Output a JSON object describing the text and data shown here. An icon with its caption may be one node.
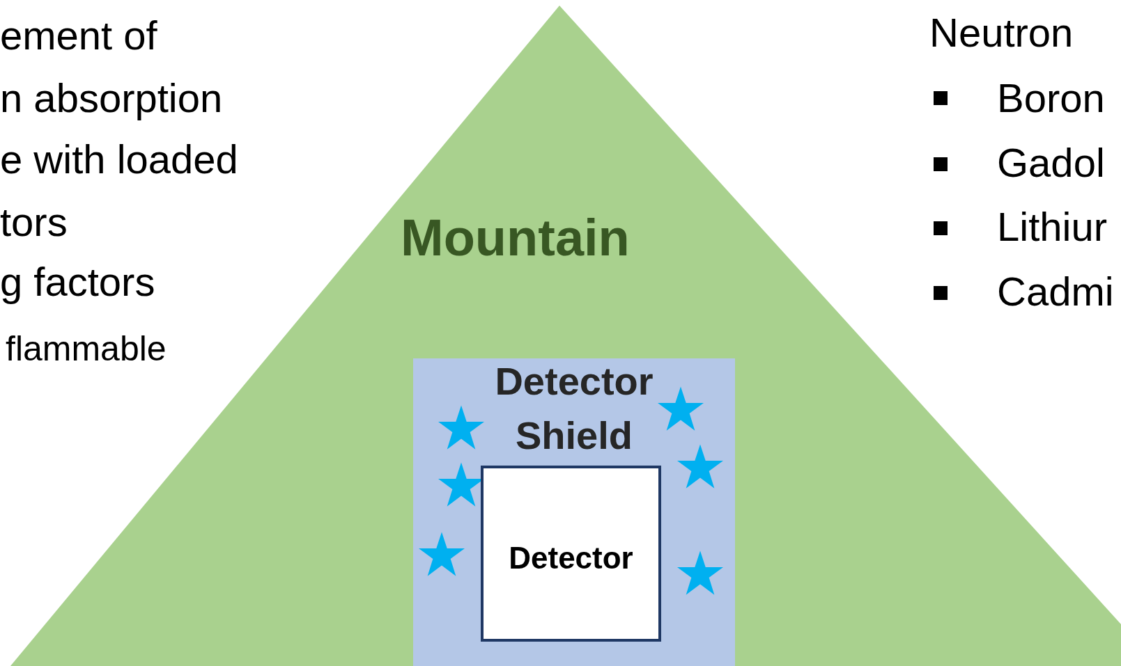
{
  "diagram": {
    "nodes": [
      {
        "text": [
          "Mountain"
        ]
      },
      {
        "text": [
          "Detector Shield"
        ],
        "in": 0
      },
      {
        "text": [
          "Detector"
        ],
        "in": 1
      }
    ],
    "edges": [],
    "labels": [
      "ement of",
      "n absorption",
      "e with loaded",
      "tors",
      "g factors",
      "flammable",
      "Neutron",
      "Boron",
      "Gadol",
      "Lithiur",
      "Cadmi"
    ]
  }
}
